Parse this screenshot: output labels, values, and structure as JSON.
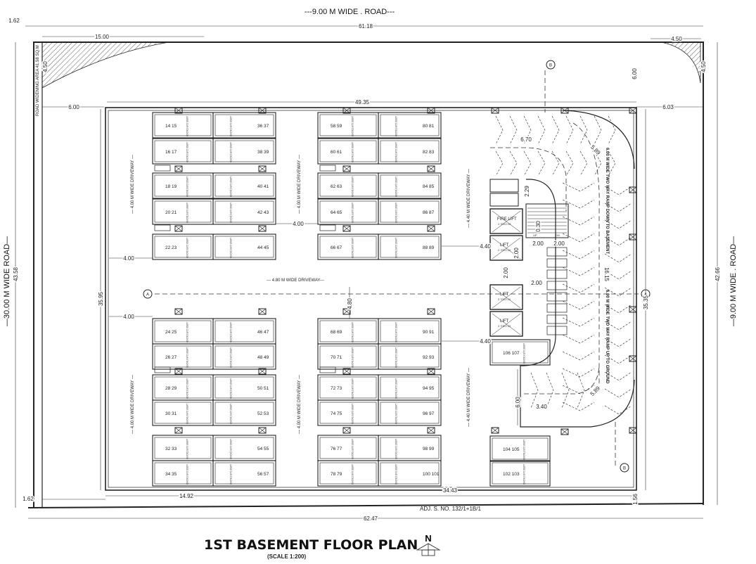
{
  "title": "1ST BASEMENT FLOOR PLAN",
  "scale": "(SCALE 1:200)",
  "north": "N",
  "roads": {
    "top": "---9.00 M WIDE . ROAD---",
    "left": "—30.00 M WIDE ROAD—",
    "right": "—9.00 M WIDE . ROAD—",
    "widening": "ROAD WIDENING AREA 41.58 SQ.M",
    "adjacent": "ADJ. S. NO. 132/1+1B/1"
  },
  "driveways": {
    "d400": "— 4.00 M WIDE DRIVEWAY —",
    "d440": "— 4.40 M WIDE DRIVEWAY —",
    "d480": "--- 4.80 M WIDE DRIVEWAY---",
    "ramp_down": "6.00 M WIDE TWO WAY RAMP DOWN TO BASEMENT",
    "ramp_up": "6.00 M WIDE TWO WAY RAMP UP TO GROUND"
  },
  "dimensions": {
    "d162a": "1.62",
    "d6118": "61.18",
    "d1500": "15.00",
    "d450a": "4.50",
    "d450b": "4.50",
    "d450c": "4.50",
    "d600a": "6.00",
    "d4935": "49.35",
    "d603": "6.03",
    "d600b": "6.00",
    "d4358": "43.58",
    "d4266": "42.66",
    "d3595": "35.95",
    "d3535": "35.35",
    "d400a": "4.00",
    "d400b": "4.00",
    "d400c": "4.00",
    "d440a": "4.40",
    "d440b": "4.40",
    "d480": "4.80",
    "d670": "6.70",
    "d589a": "5.89",
    "d229": "2.29",
    "d030": "0.30",
    "d200a": "2.00",
    "d200b": "2.00",
    "d200c": "2.00",
    "d200d": "2.00",
    "d200e": "2.00",
    "d340": "3.40",
    "d600c": "6.00",
    "d589b": "5.89",
    "d162b": "1.62",
    "d1492": "14.92",
    "d3443": "34.43",
    "d156": "1.56",
    "d6247": "62.47",
    "d1615": "16.15"
  },
  "grid_markers": {
    "a": "A",
    "b": "B"
  },
  "lifts": [
    {
      "name": "FIRE LIFT",
      "size": "2.70X2.10"
    },
    {
      "name": "LIFT",
      "size": "2.70X2.10"
    },
    {
      "name": "LIFT",
      "size": "2.70X2.10"
    },
    {
      "name": "LIFT",
      "size": "2.70X2.10"
    }
  ],
  "stairs": {
    "up": "UP",
    "down": "DN"
  },
  "stall_type": "LARGE CAR STACKED",
  "parking_blocks": [
    {
      "id": "west-upper",
      "rows": [
        [
          "14 15",
          "36 37"
        ],
        [
          "16 17",
          "38 39"
        ],
        [
          "18 19",
          "40 41"
        ],
        [
          "20 21",
          "42 43"
        ],
        [
          "22 23",
          "44 45"
        ]
      ]
    },
    {
      "id": "west-lower",
      "rows": [
        [
          "24 25",
          "46 47"
        ],
        [
          "26 27",
          "48 49"
        ],
        [
          "28 29",
          "50 51"
        ],
        [
          "30 31",
          "52 53"
        ],
        [
          "32 33",
          "54 55"
        ],
        [
          "34 35",
          "56 57"
        ]
      ]
    },
    {
      "id": "center-upper",
      "rows": [
        [
          "58 59",
          "80 81"
        ],
        [
          "60 61",
          "82 83"
        ],
        [
          "62 63",
          "84 85"
        ],
        [
          "64 65",
          "86 87"
        ],
        [
          "66 67",
          "88 89"
        ]
      ]
    },
    {
      "id": "center-lower",
      "rows": [
        [
          "68 69",
          "90 91"
        ],
        [
          "70 71",
          "92 93"
        ],
        [
          "72 73",
          "94 95"
        ],
        [
          "74 75",
          "96 97"
        ],
        [
          "76 77",
          "98 99"
        ],
        [
          "78 79",
          "100 101"
        ]
      ]
    },
    {
      "id": "east",
      "rows": [
        [
          "106 107"
        ],
        [
          "104 105"
        ],
        [
          "102 103"
        ]
      ]
    }
  ]
}
